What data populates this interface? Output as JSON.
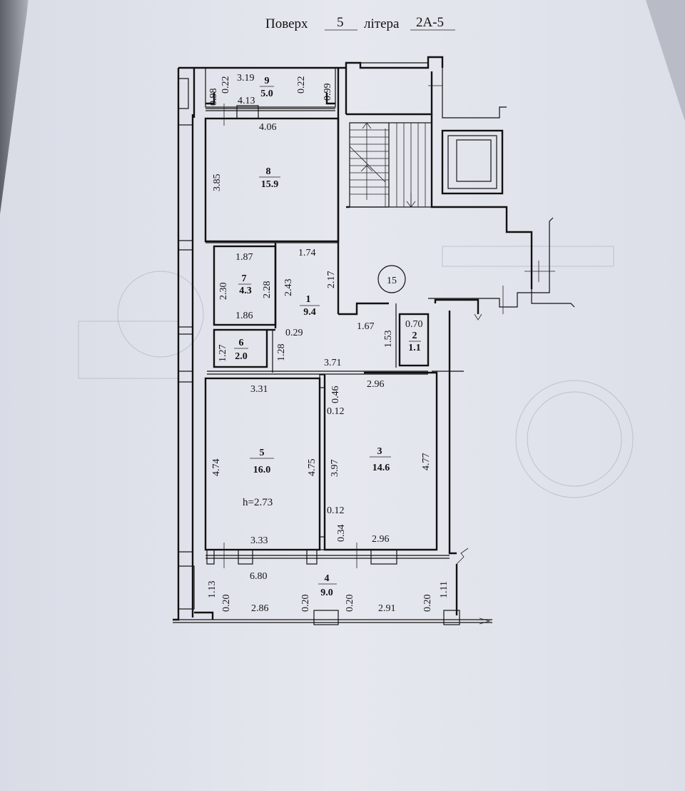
{
  "header": {
    "floor_label": "Поверх",
    "floor_value": "5",
    "letter_label": "літера",
    "letter_value": "2А-5"
  },
  "rooms": [
    {
      "number": "1",
      "area": "9.4"
    },
    {
      "number": "2",
      "area": "1.1"
    },
    {
      "number": "3",
      "area": "14.6"
    },
    {
      "number": "4",
      "area": "9.0"
    },
    {
      "number": "5",
      "area": "16.0"
    },
    {
      "number": "6",
      "area": "2.0"
    },
    {
      "number": "7",
      "area": "4.3"
    },
    {
      "number": "8",
      "area": "15.9"
    },
    {
      "number": "9",
      "area": "5.0"
    }
  ],
  "stair_label": "15",
  "height_label": "h=2.73",
  "dimensions": {
    "r9_top": "3.19",
    "r9_left_outer": "0.98",
    "r9_left_inner": "0.22",
    "r9_right_inner": "0.22",
    "r9_right": "0.99",
    "r9_bottom": "4.13",
    "r8_top": "4.06",
    "r8_left": "3.85",
    "r7_top": "1.87",
    "r7_left": "2.30",
    "r7_right": "2.28",
    "r7_bottom": "1.86",
    "r1_top": "1.74",
    "r1_left": "2.43",
    "r1_right": "2.17",
    "r1_gap": "0.29",
    "r1_bottom_right": "1.67",
    "r1_side": "1.53",
    "r1_bottom": "3.71",
    "r2_top": "0.70",
    "r6_left": "1.27",
    "r6_right": "1.28",
    "r5_top": "3.31",
    "r5_left": "4.74",
    "r5_right": "4.75",
    "r5_bottom": "3.33",
    "r3_top_offset": "0.46",
    "r3_top_gap": "0.12",
    "r3_top": "2.96",
    "r3_left": "3.97",
    "r3_right": "4.77",
    "r3_bottom_gap": "0.12",
    "r3_bottom_offset": "0.34",
    "r3_bottom": "2.96",
    "r4_top": "6.80",
    "r4_left_outer": "1.13",
    "r4_left_inner": "0.20",
    "r4_bottom_left": "2.86",
    "r4_mid_left": "0.20",
    "r4_mid_right": "0.20",
    "r4_bottom_right": "2.91",
    "r4_right_inner": "0.20",
    "r4_right_outer": "1.11"
  }
}
